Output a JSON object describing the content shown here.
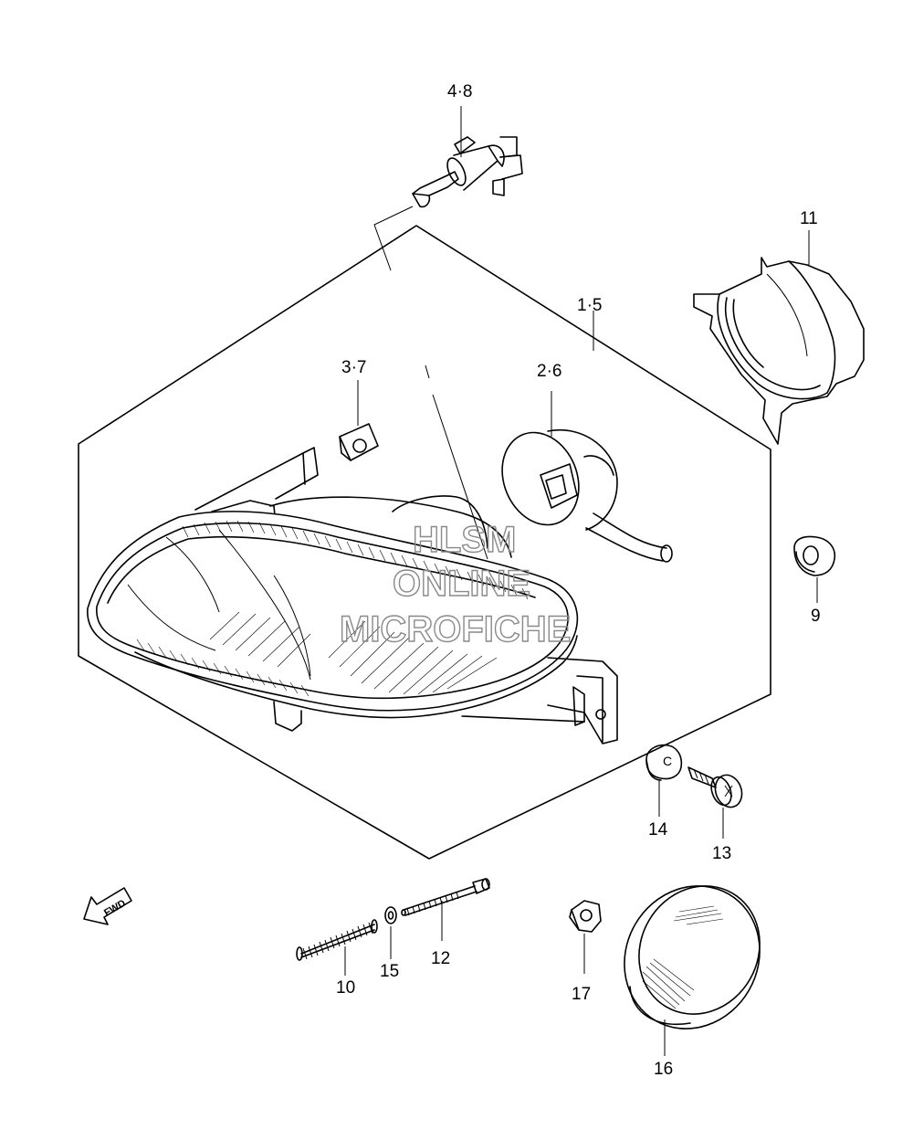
{
  "watermark": {
    "line1": "HLSM",
    "line2": "ONLINE",
    "line3": "MICROFICHE"
  },
  "fwd_label": "FWD",
  "callouts": {
    "c48": "4·8",
    "c11": "11",
    "c15a": "1·5",
    "c37": "3·7",
    "c26": "2·6",
    "c9": "9",
    "c14": "14",
    "c13": "13",
    "c10": "10",
    "c15": "15",
    "c12": "12",
    "c17": "17",
    "c16": "16"
  }
}
